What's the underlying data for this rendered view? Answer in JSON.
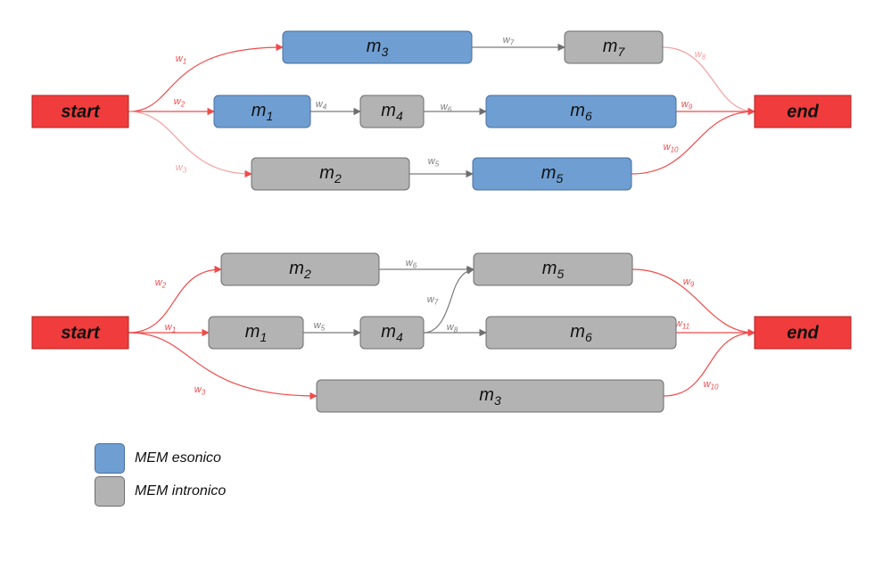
{
  "colors": {
    "exon": "#6f9fd2",
    "exon_border": "#4a6f9c",
    "intron": "#b3b3b3",
    "intron_border": "#6e6e6e",
    "terminal": "#f03c3c",
    "terminal_border": "#b42020",
    "edge_red": "#f04b4b",
    "edge_red_light": "#f5a0a0",
    "edge_gray": "#7a7a7a"
  },
  "diagrams": [
    {
      "start": "start",
      "end": "end",
      "nodes": [
        {
          "id": "m3",
          "base": "m",
          "sub": "3",
          "kind": "exon"
        },
        {
          "id": "m7",
          "base": "m",
          "sub": "7",
          "kind": "intron"
        },
        {
          "id": "m1",
          "base": "m",
          "sub": "1",
          "kind": "exon"
        },
        {
          "id": "m4",
          "base": "m",
          "sub": "4",
          "kind": "intron"
        },
        {
          "id": "m6",
          "base": "m",
          "sub": "6",
          "kind": "exon"
        },
        {
          "id": "m2",
          "base": "m",
          "sub": "2",
          "kind": "intron"
        },
        {
          "id": "m5",
          "base": "m",
          "sub": "5",
          "kind": "exon"
        }
      ],
      "edges": [
        {
          "from": "start",
          "to": "m3",
          "base": "w",
          "sub": "1",
          "kind": "red"
        },
        {
          "from": "start",
          "to": "m1",
          "base": "w",
          "sub": "2",
          "kind": "red"
        },
        {
          "from": "start",
          "to": "m2",
          "base": "w",
          "sub": "3",
          "kind": "red"
        },
        {
          "from": "m3",
          "to": "m7",
          "base": "w",
          "sub": "7",
          "kind": "gray"
        },
        {
          "from": "m1",
          "to": "m4",
          "base": "w",
          "sub": "4",
          "kind": "gray"
        },
        {
          "from": "m4",
          "to": "m6",
          "base": "w",
          "sub": "6",
          "kind": "gray"
        },
        {
          "from": "m2",
          "to": "m5",
          "base": "w",
          "sub": "5",
          "kind": "gray"
        },
        {
          "from": "m7",
          "to": "end",
          "base": "w",
          "sub": "8",
          "kind": "red"
        },
        {
          "from": "m6",
          "to": "end",
          "base": "w",
          "sub": "9",
          "kind": "red"
        },
        {
          "from": "m5",
          "to": "end",
          "base": "w",
          "sub": "10",
          "kind": "red"
        }
      ]
    },
    {
      "start": "start",
      "end": "end",
      "nodes": [
        {
          "id": "m2",
          "base": "m",
          "sub": "2",
          "kind": "intron"
        },
        {
          "id": "m5",
          "base": "m",
          "sub": "5",
          "kind": "intron"
        },
        {
          "id": "m1",
          "base": "m",
          "sub": "1",
          "kind": "intron"
        },
        {
          "id": "m4",
          "base": "m",
          "sub": "4",
          "kind": "intron"
        },
        {
          "id": "m6",
          "base": "m",
          "sub": "6",
          "kind": "intron"
        },
        {
          "id": "m3",
          "base": "m",
          "sub": "3",
          "kind": "intron"
        }
      ],
      "edges": [
        {
          "from": "start",
          "to": "m2",
          "base": "w",
          "sub": "2",
          "kind": "red"
        },
        {
          "from": "start",
          "to": "m1",
          "base": "w",
          "sub": "1",
          "kind": "red"
        },
        {
          "from": "start",
          "to": "m3",
          "base": "w",
          "sub": "3",
          "kind": "red"
        },
        {
          "from": "m2",
          "to": "m5",
          "base": "w",
          "sub": "6",
          "kind": "gray"
        },
        {
          "from": "m1",
          "to": "m4",
          "base": "w",
          "sub": "5",
          "kind": "gray"
        },
        {
          "from": "m4",
          "to": "m5",
          "base": "w",
          "sub": "7",
          "kind": "gray"
        },
        {
          "from": "m4",
          "to": "m6",
          "base": "w",
          "sub": "8",
          "kind": "gray"
        },
        {
          "from": "m5",
          "to": "end",
          "base": "w",
          "sub": "9",
          "kind": "red"
        },
        {
          "from": "m6",
          "to": "end",
          "base": "w",
          "sub": "11",
          "kind": "red"
        },
        {
          "from": "m3",
          "to": "end",
          "base": "w",
          "sub": "10",
          "kind": "red"
        }
      ]
    }
  ],
  "legend": [
    {
      "label": "MEM esonico",
      "kind": "exon"
    },
    {
      "label": "MEM intronico",
      "kind": "intron"
    }
  ]
}
